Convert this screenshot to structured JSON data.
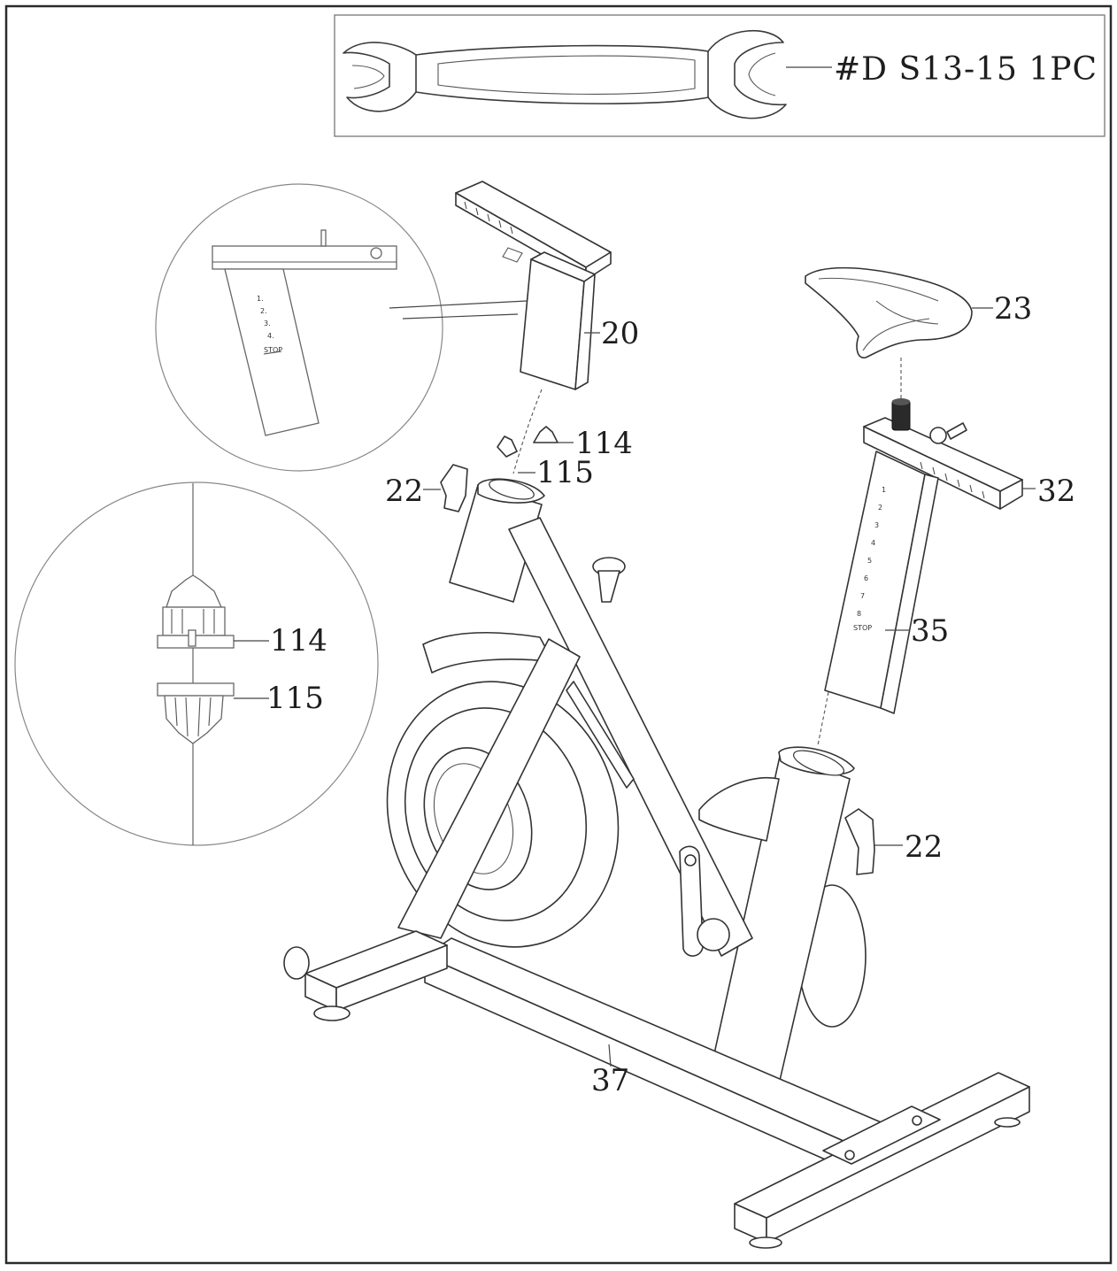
{
  "tool": {
    "label": "#D S13-15 1PC"
  },
  "parts": {
    "p20": "20",
    "p23": "23",
    "p114_main": "114",
    "p115_main": "115",
    "p22_left": "22",
    "p32": "32",
    "p35": "35",
    "p22_right": "22",
    "p37": "37",
    "p114_detail": "114",
    "p115_detail": "115"
  },
  "detail_stop_text": "STOP"
}
